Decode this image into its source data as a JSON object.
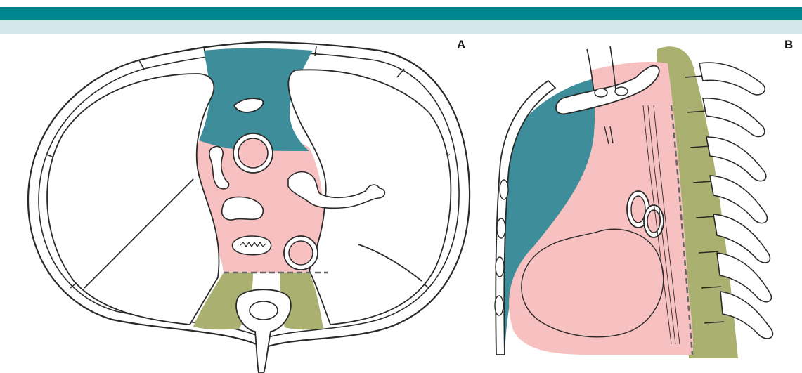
{
  "header": {
    "primary_color": "#00868f",
    "secondary_color": "#d5e6ea"
  },
  "panels": {
    "a": {
      "label": "A",
      "view": "axial-section"
    },
    "b": {
      "label": "B",
      "view": "sagittal-section"
    }
  },
  "colors": {
    "anterior_compartment": "#3d8e9a",
    "middle_compartment": "#f6c1c0",
    "posterior_compartment": "#a9b070",
    "outline": "#2a2a2a",
    "divider_dash": "#666666"
  }
}
